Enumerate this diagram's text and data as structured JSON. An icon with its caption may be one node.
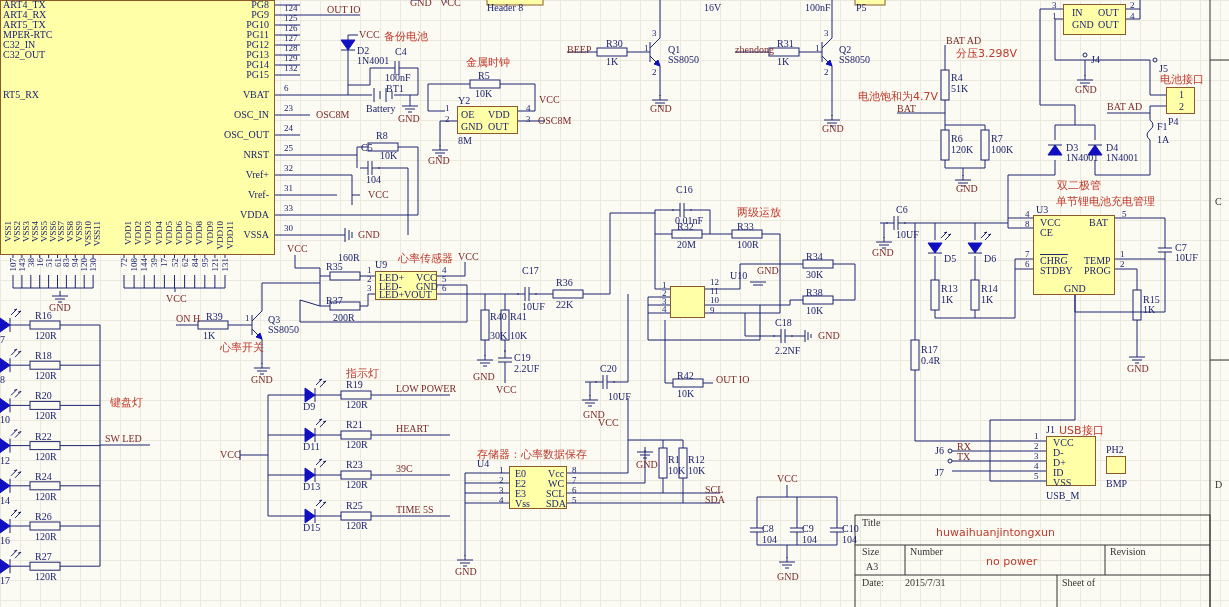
{
  "diagram": {
    "nodes": [
      {
        "text": [
          "ART4_TX",
          "ART4_RX",
          "ART5_TX",
          "MPER-RTC",
          "C32_IN",
          "C32_OUT",
          "RT5_RX",
          "PG8",
          "PG9",
          "PG10",
          "PG11",
          "PG12",
          "PG13",
          "PG14",
          "PG15",
          "VBAT",
          "OSC_IN",
          "OSC_OUT",
          "NRST",
          "Vref+",
          "Vref-",
          "VDDA",
          "VSSA",
          "VSS1",
          "VSS2",
          "VSS3",
          "VSS4",
          "VSS5",
          "VSS6",
          "VSS7",
          "VSS8",
          "VSS9",
          "VSS10",
          "VSS11",
          "VDD1",
          "VDD2",
          "VDD3",
          "VDD4",
          "VDD5",
          "VDD6",
          "VDD7",
          "VDD8",
          "VDD9",
          "VDD10",
          "VDD11"
        ],
        "beside": [
          "124",
          "125",
          "126",
          "127",
          "128",
          "129",
          "132",
          "6",
          "23",
          "24",
          "25",
          "32",
          "31",
          "33",
          "30",
          "107",
          "143",
          "38",
          "16",
          "51",
          "61",
          "83",
          "94",
          "120",
          "130",
          "72",
          "108",
          "144",
          "39",
          "17",
          "52",
          "62",
          "84",
          "95",
          "121",
          "131"
        ]
      },
      {
        "text": [
          "OE",
          "VDD",
          "GND",
          "OUT"
        ],
        "beside": [
          "Y2",
          "8M"
        ]
      },
      {
        "text": [
          "LED+",
          "VCC",
          "LED-",
          "GND",
          "LED+VOUT"
        ],
        "beside": [
          "U9",
          "心率传感器"
        ]
      },
      {
        "text": [],
        "shape": "box"
      },
      {
        "text": [
          "E0",
          "Vcc",
          "E2",
          "WC",
          "E3",
          "SCL",
          "Vss",
          "SDA"
        ],
        "beside": [
          "存储器：心率数据保存",
          "U4"
        ]
      },
      {
        "text": [
          "VCC",
          "BAT",
          "CE",
          "CHRG",
          "TEMP",
          "STDBY",
          "PROG",
          "GND"
        ],
        "beside": [
          "U3",
          "单节锂电池充电管理"
        ]
      },
      {
        "text": [
          "IN",
          "OUT",
          "GND",
          "OUT"
        ]
      },
      {
        "text": [
          "VCC",
          "D-",
          "D+",
          "ID",
          "VSS"
        ],
        "beside": [
          "J1",
          "USB接口",
          "USB_M"
        ]
      },
      {
        "text": [],
        "shape": "box",
        "beside": [
          "PH2",
          "BMP"
        ]
      },
      {
        "text": [
          "1",
          "2"
        ],
        "beside": [
          "电池接口",
          "P4"
        ]
      }
    ],
    "edges": [
      {
        "from": 6,
        "to": 9,
        "arrow": "none"
      },
      {
        "from": 5,
        "to": 7,
        "arrow": "none"
      }
    ],
    "labels": [
      "OUT IO",
      "GND",
      "VCC",
      "Header 8",
      "16V",
      "100nF",
      "P5",
      "VCC",
      "备份电池",
      "D2",
      "1N4001",
      "C4",
      "100nF",
      "BT1",
      "Battery",
      "GND",
      "OSC8M",
      "金属时钟",
      "R5",
      "10K",
      "1",
      "2",
      "4",
      "3",
      "VCC",
      "OSC8M",
      "GND",
      "R8",
      "C5",
      "10K",
      "104",
      "VCC",
      "GND",
      "BEEP",
      "R30",
      "1K",
      "1",
      "3",
      "Q1",
      "SS8050",
      "2",
      "GND",
      "zhendong",
      "R31",
      "1K",
      "1",
      "3",
      "Q2",
      "SS8050",
      "2",
      "GND",
      "BAT AD",
      "分压3.298V",
      "R4",
      "51K",
      "电池饱和为4.7V",
      "BAT",
      "R6",
      "120K",
      "R7",
      "100K",
      "GND",
      "3",
      "1",
      "2",
      "4",
      "J4",
      "GND",
      "J5",
      "BAT AD",
      "F1",
      "1A",
      "D3",
      "1N4001",
      "D4",
      "1N4001",
      "双二极管",
      "C",
      "4",
      "8",
      "7",
      "6",
      "5",
      "1",
      "2",
      "C6",
      "10UF",
      "GND",
      "D5",
      "D6",
      "C7",
      "10UF",
      "R13",
      "1K",
      "R14",
      "1K",
      "R15",
      "1K",
      "GND",
      "R17",
      "0.4R",
      "1",
      "2",
      "3",
      "4",
      "5",
      "J6",
      "RX",
      "TX",
      "J7",
      "D",
      "C16",
      "0.01nF",
      "R32",
      "20M",
      "两级运放",
      "R33",
      "100R",
      "R34",
      "U10",
      "GND",
      "30K",
      "1",
      "2",
      "3",
      "4",
      "12",
      "11",
      "10",
      "9",
      "R38",
      "10K",
      "C18",
      "2.2NF",
      "GND",
      "R42",
      "10K",
      "OUT IO",
      "C20",
      "10UF",
      "GND",
      "VCC",
      "GND",
      "R1",
      "10K",
      "R12",
      "10K",
      "SCL",
      "SDA",
      "VCC",
      "C8",
      "104",
      "C9",
      "104",
      "C10",
      "104",
      "GND",
      "VCC",
      "VCC",
      "GND",
      "R35",
      "160R",
      "1",
      "2",
      "3",
      "4",
      "5",
      "6",
      "VCC",
      "R37",
      "200R",
      "C17",
      "10UF",
      "R36",
      "22K",
      "R40",
      "30K",
      "R41",
      "10K",
      "C19",
      "2.2UF",
      "GND",
      "VCC",
      "ON H",
      "R39",
      "1K",
      "心率开关",
      "1",
      "Q3",
      "SS8050",
      "GND",
      "指示灯",
      "R19",
      "120R",
      "LOW POWER",
      "D9",
      "R21",
      "120R",
      "HEART",
      "D11",
      "VCC",
      "R23",
      "120R",
      "39C",
      "D13",
      "R25",
      "120R",
      "TIME 5S",
      "D15",
      "1",
      "2",
      "3",
      "4",
      "8",
      "7",
      "6",
      "5",
      "GND",
      "R16",
      "120R",
      "7",
      "R18",
      "120R",
      "8",
      "R20",
      "120R",
      "10",
      "R22",
      "120R",
      "12",
      "R24",
      "120R",
      "14",
      "R26",
      "120R",
      "16",
      "R27",
      "120R",
      "17",
      "键盘灯",
      "SW LED",
      "Title",
      "huwaihuanjintongxun",
      "Size",
      "A3",
      "Number",
      "no power",
      "Revision",
      "Date:",
      "2015/7/31",
      "Sheet of"
    ]
  }
}
